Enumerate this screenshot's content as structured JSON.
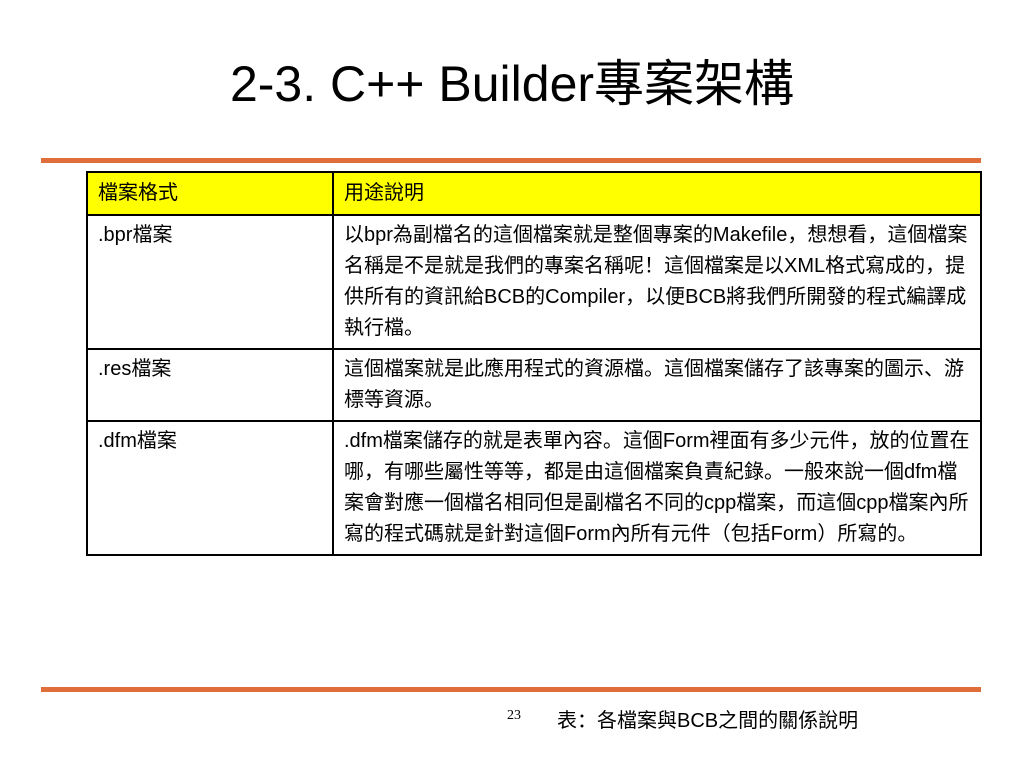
{
  "title": "2-3. C++ Builder專案架構",
  "table": {
    "headers": [
      "檔案格式",
      "用途說明"
    ],
    "rows": [
      {
        "name": ".bpr檔案",
        "desc": "以bpr為副檔名的這個檔案就是整個專案的Makefile，想想看，這個檔案名稱是不是就是我們的專案名稱呢！這個檔案是以XML格式寫成的，提供所有的資訊給BCB的Compiler，以便BCB將我們所開發的程式編譯成執行檔。"
      },
      {
        "name": ".res檔案",
        "desc": "這個檔案就是此應用程式的資源檔。這個檔案儲存了該專案的圖示、游標等資源。"
      },
      {
        "name": ".dfm檔案",
        "desc": ".dfm檔案儲存的就是表單內容。這個Form裡面有多少元件，放的位置在哪，有哪些屬性等等，都是由這個檔案負責紀錄。一般來說一個dfm檔案會對應一個檔名相同但是副檔名不同的cpp檔案，而這個cpp檔案內所寫的程式碼就是針對這個Form內所有元件（包括Form）所寫的。"
      }
    ]
  },
  "footer": {
    "page_number": "23",
    "caption": "表：各檔案與BCB之間的關係說明"
  },
  "colors": {
    "accent_rule": "#e06e3a",
    "header_fill": "#ffff00"
  }
}
